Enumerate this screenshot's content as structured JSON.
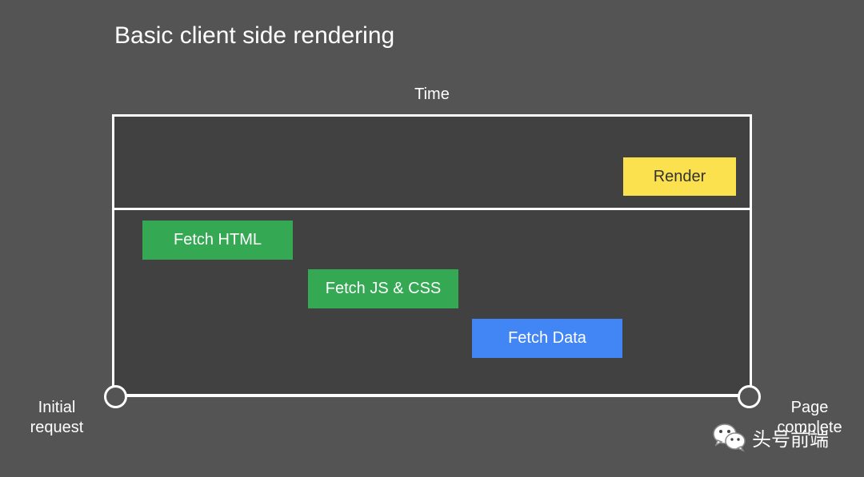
{
  "title": "Basic client side rendering",
  "diagram": {
    "time_label": "Time",
    "start_label": [
      "Initial",
      "request"
    ],
    "end_label": [
      "Page",
      "complete"
    ],
    "tasks": [
      {
        "label": "Fetch HTML",
        "color": "#34a853"
      },
      {
        "label": "Fetch JS & CSS",
        "color": "#34a853"
      },
      {
        "label": "Fetch Data",
        "color": "#4285f4"
      },
      {
        "label": "Render",
        "color": "#fce14e"
      }
    ]
  },
  "watermark": {
    "icon": "wechat-icon",
    "text": "头号前端"
  }
}
